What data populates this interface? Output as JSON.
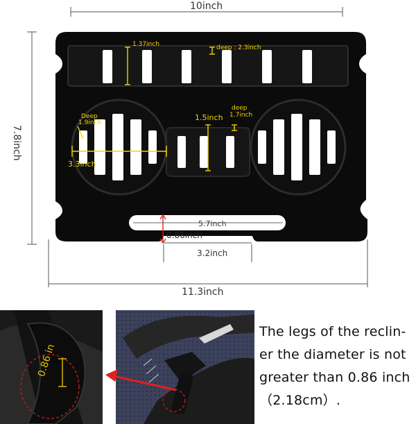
{
  "dimensions": {
    "width": "10inch",
    "height": "7.8inch",
    "total_width": "11.3inch",
    "slot_width": "5.7inch",
    "slot_height": "0.86inch",
    "opening_width": "3.2inch",
    "top_tray_height": "1.37inch",
    "top_tray_depth": "deep : 2.3inch",
    "cup_deep_label": "Deep",
    "cup_deep_value": "1.9inch",
    "cup_diameter": "3.3inch",
    "middle_height": "1.5inch",
    "middle_deep_label": "deep",
    "middle_deep_value": "1.7inch"
  },
  "inset": {
    "leg_label": "0.86 in"
  },
  "caption": {
    "line1": "The legs of the reclin-",
    "line2": "er the diameter is not",
    "line3": "greater than 0.86 inch",
    "line4": "（2.18cm）."
  },
  "colors": {
    "tray": "#0b0b0b",
    "annotation": "#f5d400",
    "arrow": "#e02020"
  }
}
